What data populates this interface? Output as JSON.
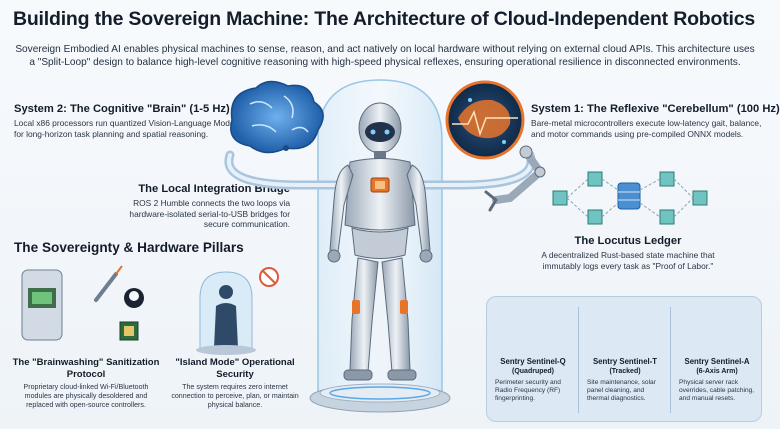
{
  "title": "Building the Sovereign Machine: The Architecture of Cloud-Independent Robotics",
  "intro": "Sovereign Embodied AI enables physical machines to sense, reason, and act natively on local hardware without relying on external cloud APIs. This architecture uses a \"Split-Loop\" design to balance high-level cognitive reasoning with high-speed physical reflexes, ensuring operational resilience in disconnected environments.",
  "system2": {
    "title": "System 2: The Cognitive \"Brain\" (1-5 Hz)",
    "body": "Local x86 processors run quantized Vision-Language Models for long-horizon task planning and spatial reasoning."
  },
  "system1": {
    "title": "System 1: The Reflexive \"Cerebellum\" (100 Hz)",
    "body": "Bare-metal microcontrollers execute low-latency gait, balance, and motor commands using pre-compiled ONNX models."
  },
  "bridge": {
    "title": "The Local Integration Bridge",
    "body": "ROS 2 Humble connects the two loops via hardware-isolated serial-to-USB bridges for secure communication."
  },
  "ledger": {
    "title": "The Locutus Ledger",
    "body": "A decentralized Rust-based state machine that immutably logs every task as \"Proof of Labor.\""
  },
  "pillars": {
    "title": "The Sovereignty & Hardware Pillars",
    "items": [
      {
        "title": "The \"Brainwashing\" Sanitization Protocol",
        "body": "Proprietary cloud-linked Wi-Fi/Bluetooth modules are physically desoldered and replaced with open-source controllers."
      },
      {
        "title": "\"Island Mode\" Operational Security",
        "body": "The system requires zero internet connection to perceive, plan, or maintain physical balance."
      }
    ]
  },
  "sentries": [
    {
      "title": "Sentry Sentinel-Q",
      "sub": "(Quadruped)",
      "body": "Perimeter security and Radio Frequency (RF) fingerprinting."
    },
    {
      "title": "Sentry Sentinel-T",
      "sub": "(Tracked)",
      "body": "Site maintenance, solar panel cleaning, and thermal diagnostics."
    },
    {
      "title": "Sentry Sentinel-A",
      "sub": "(6-Axis Arm)",
      "body": "Physical server rack overrides, cable patching, and manual resets."
    }
  ],
  "colors": {
    "brain_blue": "#2d6fb8",
    "cerebellum_orange": "#e8742c",
    "ledger_cube_teal": "#6fc3c0",
    "panel_bg": "#dce8f4"
  },
  "icons": [
    "brain-icon",
    "cerebellum-icon",
    "robot-humanoid-icon",
    "robot-arm-icon",
    "chip-icon",
    "soldering-iron-icon",
    "github-icon",
    "no-wifi-icon",
    "human-silhouette-dome-icon",
    "quadruped-robot-icon",
    "tracked-robot-icon",
    "six-axis-arm-icon"
  ]
}
